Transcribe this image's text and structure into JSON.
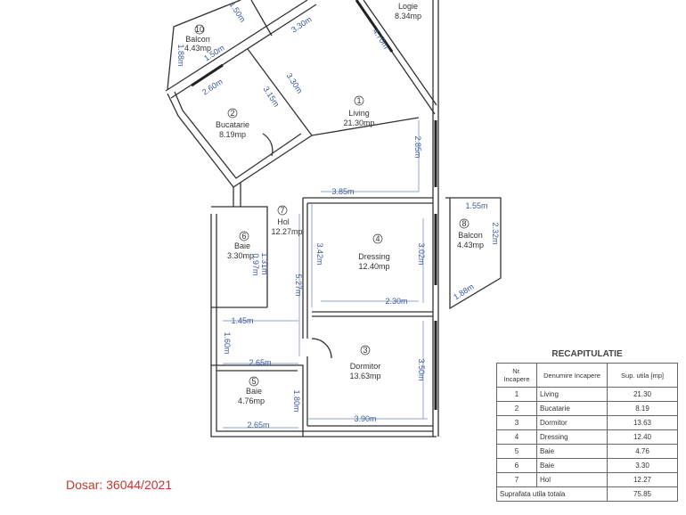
{
  "rooms": [
    {
      "nr": "1",
      "name": "Living",
      "area": "21.30mp"
    },
    {
      "nr": "2",
      "name": "Bucatarie",
      "area": "8.19mp"
    },
    {
      "nr": "3",
      "name": "Dormitor",
      "area": "13.63mp"
    },
    {
      "nr": "4",
      "name": "Dressing",
      "area": "12.40mp"
    },
    {
      "nr": "5",
      "name": "Baie",
      "area": "4.76mp"
    },
    {
      "nr": "6",
      "name": "Baie",
      "area": "3.30mp"
    },
    {
      "nr": "7",
      "name": "Hol",
      "area": "12.27mp"
    },
    {
      "nr": "8",
      "name": "Balcon",
      "area": "4.43mp"
    },
    {
      "nr": "10",
      "name": "Balcon",
      "area": "4.43mp"
    },
    {
      "nr": "",
      "name": "Logie",
      "area": "8.34mp"
    }
  ],
  "dimensions": [
    "3.30m",
    "4.70m",
    "3.30m",
    "2.60m",
    "3.15m",
    "1.50m",
    "1.50m",
    "1.88m",
    "2.85m",
    "3.85m",
    "3.42m",
    "5.27m",
    "3.02m",
    "2.30m",
    "1.55m",
    "2.32m",
    "1.88m",
    "1.45m",
    "1.60m",
    "2.65m",
    "1.80m",
    "3.90m",
    "3.50m",
    "2.65m",
    "1.31m",
    "0.97m"
  ],
  "recap": {
    "title": "RECAPITULATIE",
    "headers": [
      "Nr. Incapere",
      "Denumire Incapere",
      "Sup. utila [mp]"
    ],
    "rows": [
      [
        "1",
        "Living",
        "21.30"
      ],
      [
        "2",
        "Bucatarie",
        "8.19"
      ],
      [
        "3",
        "Dormitor",
        "13.63"
      ],
      [
        "4",
        "Dressing",
        "12.40"
      ],
      [
        "5",
        "Baie",
        "4.76"
      ],
      [
        "6",
        "Baie",
        "3.30"
      ],
      [
        "7",
        "Hol",
        "12.27"
      ]
    ],
    "total_label": "Suprafata utila totala",
    "total_value": "75.85"
  },
  "dosar": "Dosar: 36044/2021"
}
